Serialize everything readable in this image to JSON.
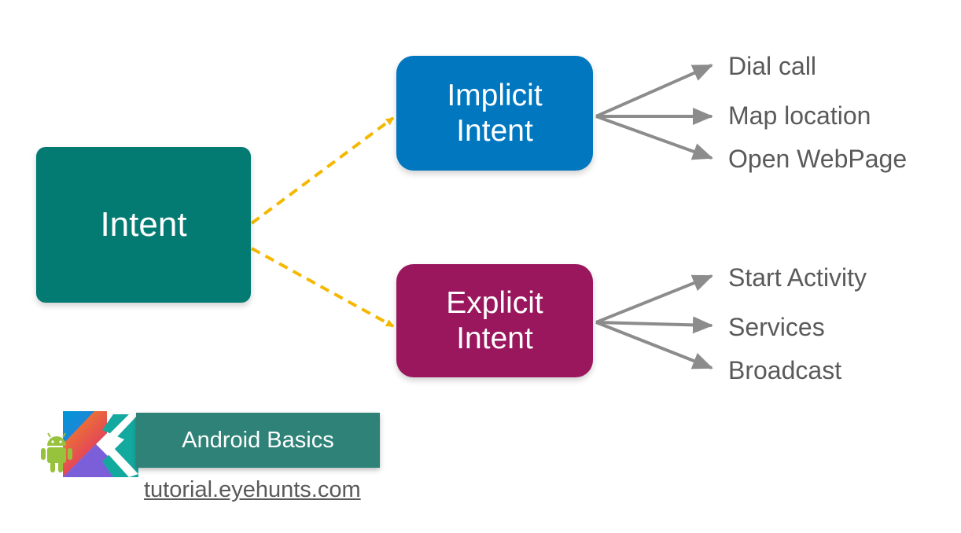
{
  "root": {
    "label": "Intent"
  },
  "branches": [
    {
      "title_line1": "Implicit",
      "title_line2": "Intent",
      "color": "#0077bf",
      "leaves": [
        "Dial call",
        "Map location",
        "Open WebPage"
      ]
    },
    {
      "title_line1": "Explicit",
      "title_line2": "Intent",
      "color": "#9a175d",
      "leaves": [
        "Start Activity",
        "Services",
        "Broadcast"
      ]
    }
  ],
  "root_color": "#037b73",
  "connector_colors": {
    "dashed": "#f5b800",
    "solid": "#8c8c8c"
  },
  "brand": {
    "badge_label": "Android Basics",
    "badge_color": "#2f8277",
    "site": "tutorial.eyehunts.com",
    "logo_icons": [
      "kotlin-logo-icon",
      "android-robot-icon"
    ]
  }
}
